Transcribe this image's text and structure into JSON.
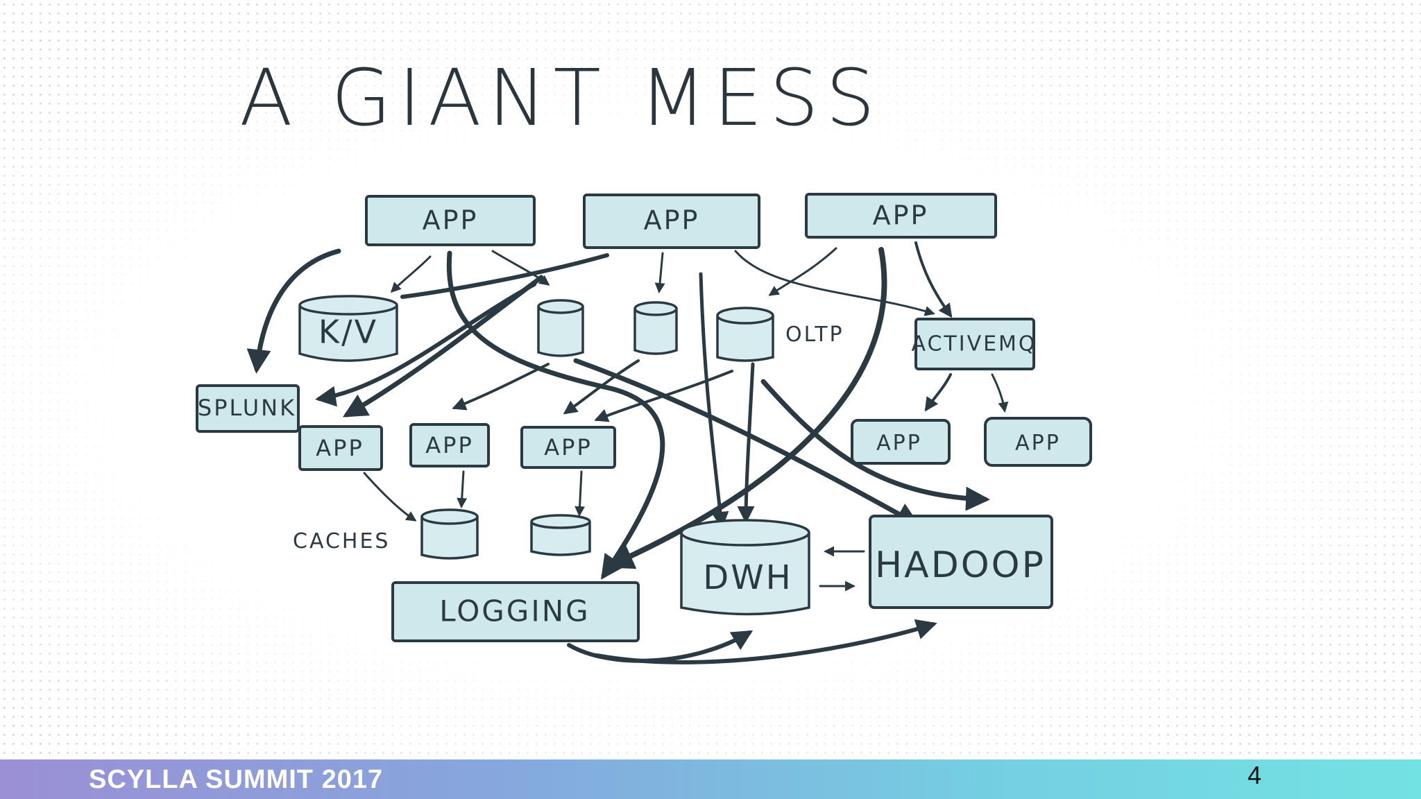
{
  "slide": {
    "title": "A GIANT MESS",
    "footer_brand": "SCYLLA SUMMIT 2017",
    "page_number": "4"
  },
  "diagram": {
    "nodes": {
      "app_top_left": "APP",
      "app_top_center": "APP",
      "app_top_right": "APP",
      "kv_store": "K/V",
      "splunk": "SPLUNK",
      "activemq": "ACTIVEMQ",
      "app_mid_1": "APP",
      "app_mid_2": "APP",
      "app_mid_3": "APP",
      "app_right_1": "APP",
      "app_right_2": "APP",
      "logging": "LOGGING",
      "dwh": "DWH",
      "hadoop": "HADOOP"
    },
    "annotations": {
      "oltp": "OLTP",
      "caches": "CACHES"
    },
    "colors": {
      "ink": "#2b3a42",
      "box_fill": "#cfe8eb"
    }
  }
}
